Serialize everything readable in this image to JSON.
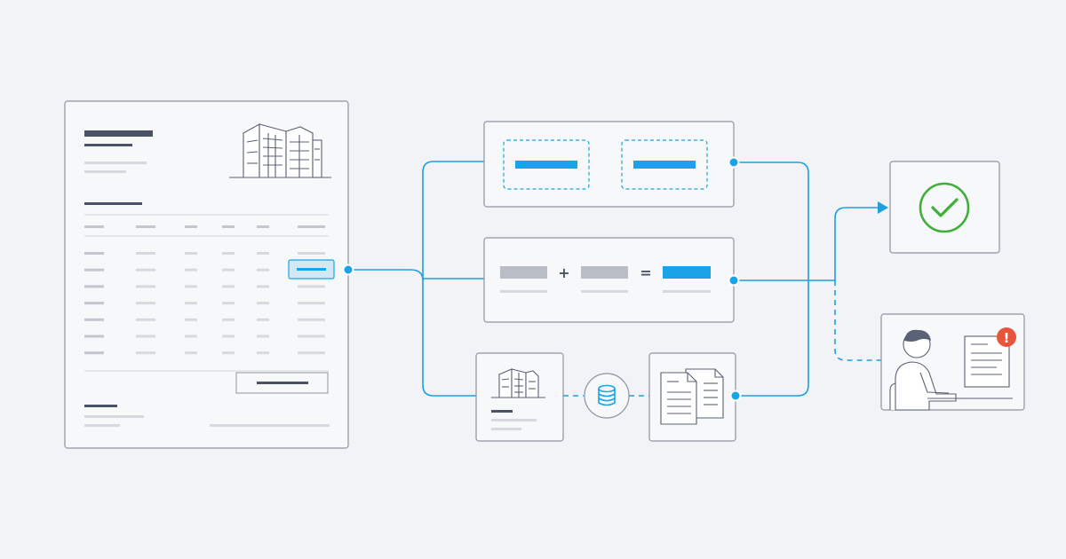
{
  "diagram": {
    "operators": {
      "plus": "+",
      "equals": "="
    },
    "alert_glyph": "!",
    "colors": {
      "background": "#f2f3f6",
      "accent_blue": "#1aa3e6",
      "success_green": "#3fae3a",
      "alert_red": "#e8553a",
      "outline": "#8d93a0"
    },
    "icons": [
      "building-icon",
      "database-icon",
      "documents-icon",
      "checkmark-circle-icon",
      "person-at-computer-icon",
      "alert-icon"
    ],
    "nodes": [
      "invoice-document",
      "field-extraction-card",
      "calculation-check-card",
      "vendor-card",
      "database-node",
      "documents-card",
      "approved-result-card",
      "manual-review-card"
    ]
  }
}
